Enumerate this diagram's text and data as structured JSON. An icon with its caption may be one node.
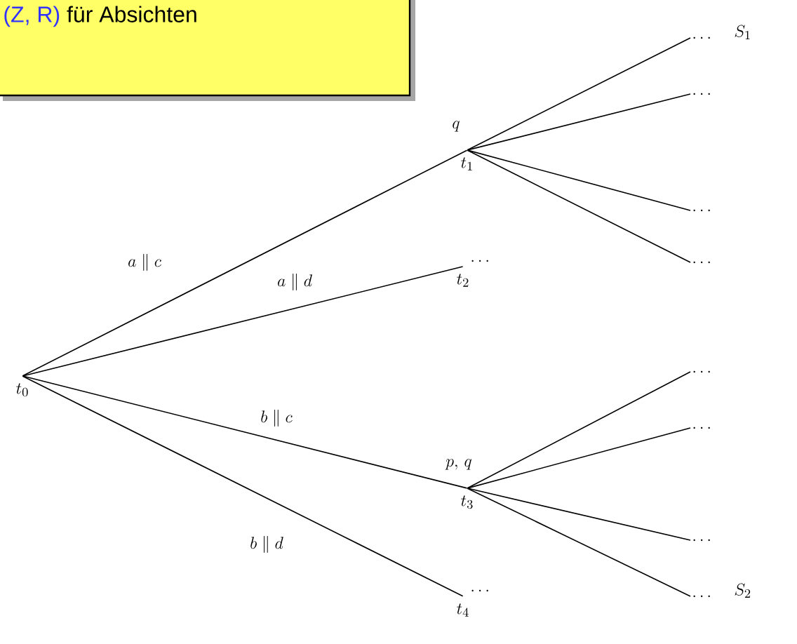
{
  "diagram": {
    "nodes": [
      {
        "text": [
          "(Z, R)",
          "für Absichten"
        ]
      },
      {
        "text": [
          "t_0"
        ]
      },
      {
        "text": [
          "t_1"
        ],
        "beside": [
          "q"
        ]
      },
      {
        "text": [
          "t_2"
        ],
        "beside": [
          "\\dots"
        ]
      },
      {
        "text": [
          "t_3"
        ],
        "beside": [
          "p,\\, q"
        ]
      },
      {
        "text": [
          "t_4"
        ],
        "beside": [
          "\\dots"
        ]
      },
      {
        "text": [
          "\\dots"
        ],
        "beside": [
          "S_1"
        ]
      },
      {
        "text": [
          "\\dots"
        ]
      },
      {
        "text": [
          "\\dots"
        ]
      },
      {
        "text": [
          "\\dots"
        ]
      },
      {
        "text": [
          "\\dots"
        ]
      },
      {
        "text": [
          "\\dots"
        ]
      },
      {
        "text": [
          "\\dots"
        ]
      },
      {
        "text": [
          "\\dots"
        ],
        "beside": [
          "S_2"
        ]
      }
    ],
    "edges": [
      {
        "from": 1,
        "to": 2,
        "arrow": "none",
        "label": "a \\parallel c"
      },
      {
        "from": 1,
        "to": 3,
        "arrow": "none",
        "label": "a \\parallel d"
      },
      {
        "from": 1,
        "to": 4,
        "arrow": "none",
        "label": "b \\parallel c"
      },
      {
        "from": 1,
        "to": 5,
        "arrow": "none",
        "label": "b \\parallel d"
      },
      {
        "from": 2,
        "to": 6,
        "arrow": "none"
      },
      {
        "from": 2,
        "to": 7,
        "arrow": "none"
      },
      {
        "from": 2,
        "to": 8,
        "arrow": "none"
      },
      {
        "from": 2,
        "to": 9,
        "arrow": "none"
      },
      {
        "from": 4,
        "to": 10,
        "arrow": "none"
      },
      {
        "from": 4,
        "to": 11,
        "arrow": "none"
      },
      {
        "from": 4,
        "to": 12,
        "arrow": "none"
      },
      {
        "from": 4,
        "to": 13,
        "arrow": "none"
      }
    ]
  }
}
